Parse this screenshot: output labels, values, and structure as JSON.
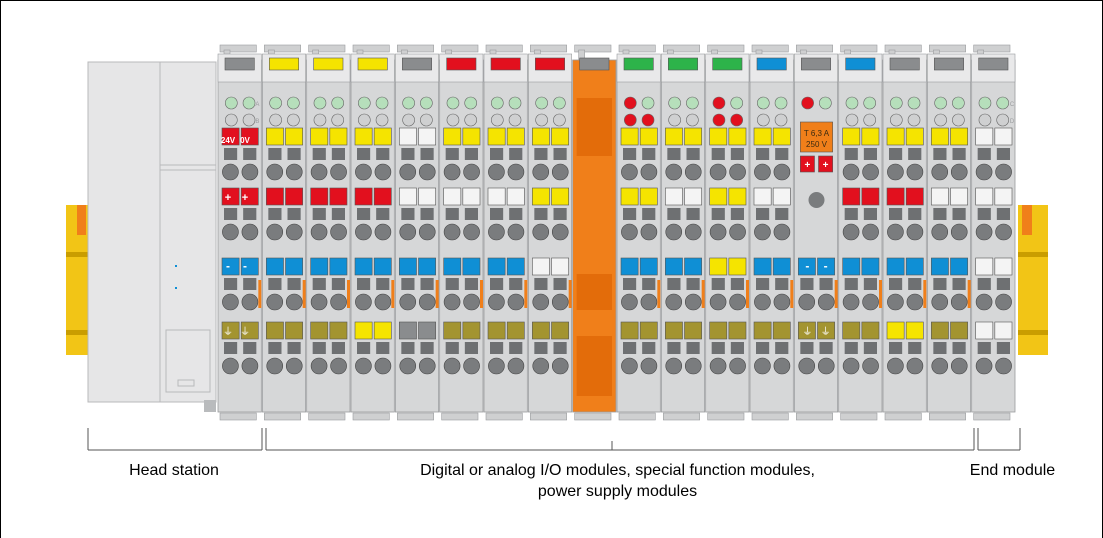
{
  "figure": {
    "labels": {
      "head_station": "Head station",
      "io_modules_line1": "Digital or analog I/O modules, special function modules,",
      "io_modules_line2": "power supply modules",
      "end_module": "End module"
    },
    "head_station_markings": {
      "supply_24v": "24V",
      "supply_0v": "0V",
      "plus": "+",
      "minus": "-",
      "ground": "⏚"
    },
    "fuse_module_markings": {
      "fuse_rating_current": "T 6,3 A",
      "fuse_rating_voltage": "250 V",
      "plus": "+",
      "minus": "-",
      "ground": "⏚"
    },
    "led_letters": {
      "a": "A",
      "b": "B",
      "c": "C",
      "d": "D"
    },
    "modules": [
      {
        "type": "head",
        "top_color": "gray",
        "leds": "green",
        "rows": [
          "red",
          "red",
          "blue",
          "olive"
        ]
      },
      {
        "type": "io",
        "top_color": "yellow",
        "leds": "green",
        "rows": [
          "yellow",
          "red",
          "blue",
          "olive"
        ]
      },
      {
        "type": "io",
        "top_color": "yellow",
        "leds": "green",
        "rows": [
          "yellow",
          "red",
          "blue",
          "olive"
        ]
      },
      {
        "type": "io",
        "top_color": "yellow",
        "leds": "green",
        "rows": [
          "yellow",
          "red",
          "blue",
          "yellow"
        ]
      },
      {
        "type": "io",
        "top_color": "gray",
        "leds": "green",
        "rows": [
          "white",
          "white",
          "blue",
          "gray"
        ]
      },
      {
        "type": "io",
        "top_color": "red",
        "leds": "green",
        "rows": [
          "yellow",
          "white",
          "blue",
          "olive"
        ]
      },
      {
        "type": "io",
        "top_color": "red",
        "leds": "green",
        "rows": [
          "yellow",
          "white",
          "blue",
          "olive"
        ]
      },
      {
        "type": "io",
        "top_color": "red",
        "leds": "green",
        "rows": [
          "yellow",
          "yellow",
          "white",
          "olive"
        ]
      },
      {
        "type": "bus",
        "top_color": "gray",
        "leds": "none",
        "rows": [
          "orange",
          "orange",
          "orange",
          "orange"
        ]
      },
      {
        "type": "io",
        "top_color": "green",
        "leds": "red",
        "rows": [
          "yellow",
          "yellow",
          "blue",
          "olive"
        ]
      },
      {
        "type": "io",
        "top_color": "green",
        "leds": "green",
        "rows": [
          "yellow",
          "white",
          "blue",
          "olive"
        ]
      },
      {
        "type": "io",
        "top_color": "green",
        "leds": "red",
        "rows": [
          "yellow",
          "yellow",
          "yellow",
          "olive"
        ]
      },
      {
        "type": "io",
        "top_color": "blue",
        "leds": "green",
        "rows": [
          "yellow",
          "white",
          "blue",
          "olive"
        ]
      },
      {
        "type": "fuse",
        "top_color": "gray",
        "leds": "red",
        "rows": [
          "red",
          "gray",
          "blue",
          "olive"
        ]
      },
      {
        "type": "io",
        "top_color": "blue",
        "leds": "green",
        "rows": [
          "yellow",
          "red",
          "blue",
          "olive"
        ]
      },
      {
        "type": "io",
        "top_color": "gray",
        "leds": "green",
        "rows": [
          "yellow",
          "red",
          "blue",
          "yellow"
        ]
      },
      {
        "type": "io",
        "top_color": "gray",
        "leds": "green",
        "rows": [
          "yellow",
          "white",
          "blue",
          "olive"
        ]
      },
      {
        "type": "end",
        "top_color": "gray",
        "leds": "gray",
        "rows": [
          "white",
          "white",
          "white",
          "white"
        ]
      }
    ],
    "colors": {
      "frame": "#000000",
      "housing": "#d6d7d8",
      "housing_dark": "#b9bbbd",
      "head_body": "#e6e6e7",
      "rail": "#f2c516",
      "gray": "#8a8c8e",
      "yellow": "#f5e400",
      "red": "#e2101e",
      "green": "#2db34a",
      "blue": "#0f8fd5",
      "olive": "#a39430",
      "orange": "#f07f1a",
      "white": "#f4f4f4",
      "bracket": "#555555"
    }
  }
}
